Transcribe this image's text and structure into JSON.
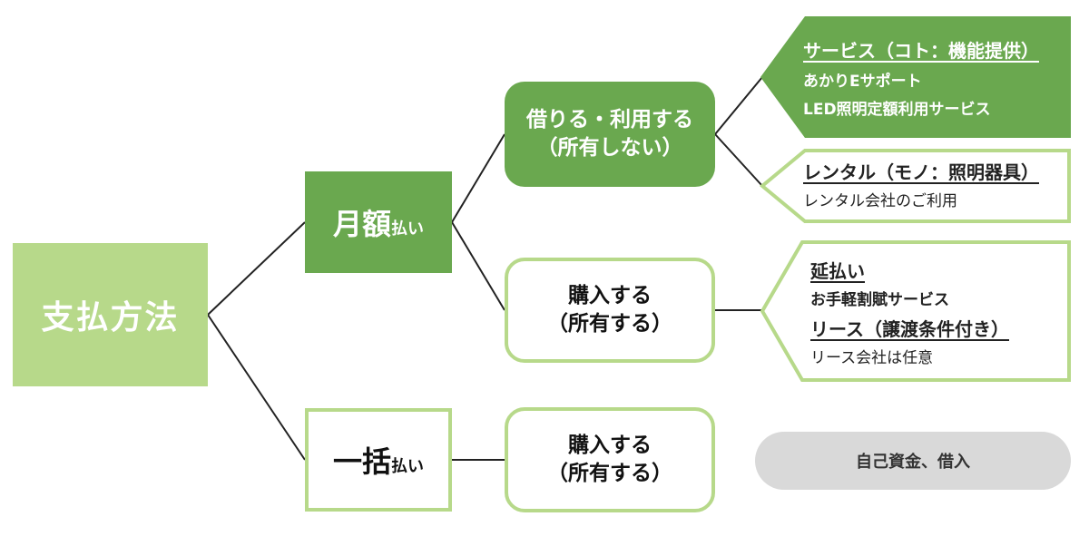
{
  "colors": {
    "dark_green": "#6aa84f",
    "light_green": "#b7d98a",
    "gray": "#d9d9d9",
    "line": "#222222"
  },
  "root": {
    "label": "支払方法"
  },
  "monthly": {
    "main": "月額",
    "suffix": "払い"
  },
  "lump_sum": {
    "main": "一括",
    "suffix": "払い"
  },
  "borrow": {
    "line1": "借りる・利用する",
    "line2": "（所有しない）"
  },
  "buy_monthly": {
    "line1": "購入する",
    "line2": "（所有する）"
  },
  "buy_lump": {
    "line1": "購入する",
    "line2": "（所有する）"
  },
  "service": {
    "heading": "サービス（コト：機能提供）",
    "items": [
      "あかりEサポート",
      "LED照明定額利用サービス"
    ]
  },
  "rental": {
    "heading": "レンタル（モノ：照明器具）",
    "items": [
      "レンタル会社のご利用"
    ]
  },
  "deferred": {
    "heading1": "延払い",
    "item1": "お手軽割賦サービス",
    "heading2": "リース（譲渡条件付き）",
    "item2": "リース会社は任意"
  },
  "own_funds": {
    "label": "自己資金、借入"
  }
}
